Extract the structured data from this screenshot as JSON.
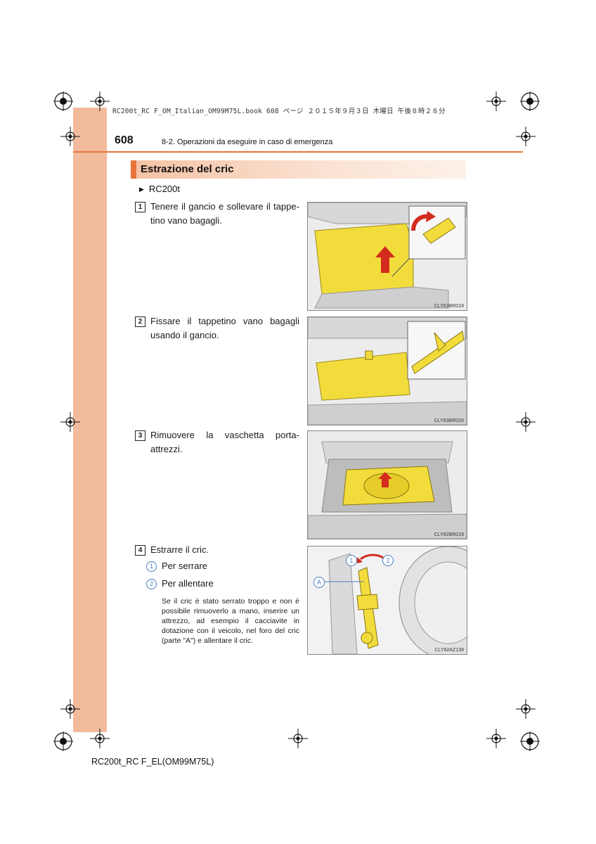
{
  "print_meta": "RC200t_RC F_OM_Italian_OM99M75L.book  608 ページ  ２０１５年９月３日  木曜日  午後８時２８分",
  "header": {
    "page_number": "608",
    "chapter_title": "8-2. Operazioni da eseguire in caso di emergenza"
  },
  "section": {
    "title": "Estrazione del cric",
    "model_label": "RC200t"
  },
  "steps": [
    {
      "number": "1",
      "text": "Tenere il gancio e sollevare il tappe-tino vano bagagli.",
      "figure_code": "CLY63BR019"
    },
    {
      "number": "2",
      "text": "Fissare il tappetino vano bagagli usando il gancio.",
      "figure_code": "CLY63BR020"
    },
    {
      "number": "3",
      "text": "Rimuovere la vaschetta porta-attrezzi.",
      "figure_code": "CLY82BR019"
    },
    {
      "number": "4",
      "text": "Estrarre il cric.",
      "figure_code": "CLY82AZ139"
    }
  ],
  "sub_items": [
    {
      "marker": "1",
      "label": "Per serrare"
    },
    {
      "marker": "2",
      "label": "Per allentare"
    }
  ],
  "note": "Se il cric è stato serrato troppo e non è possibile rimuoverlo a mano, inserire un attrezzo, ad esempio il cacciavite in dotazione con il veicolo, nel foro del cric (parte \"A\") e allentare il cric.",
  "figure_callouts": {
    "one": "1",
    "two": "2",
    "part": "A"
  },
  "footer": {
    "code": "RC200t_RC F_EL(OM99M75L)"
  },
  "colors": {
    "accent": "#e8743b",
    "side_tab": "#f2bb9c",
    "highlight_yellow": "#f2dc3c",
    "arrow_red": "#d42b1e",
    "callout_blue": "#4a7fc0"
  }
}
